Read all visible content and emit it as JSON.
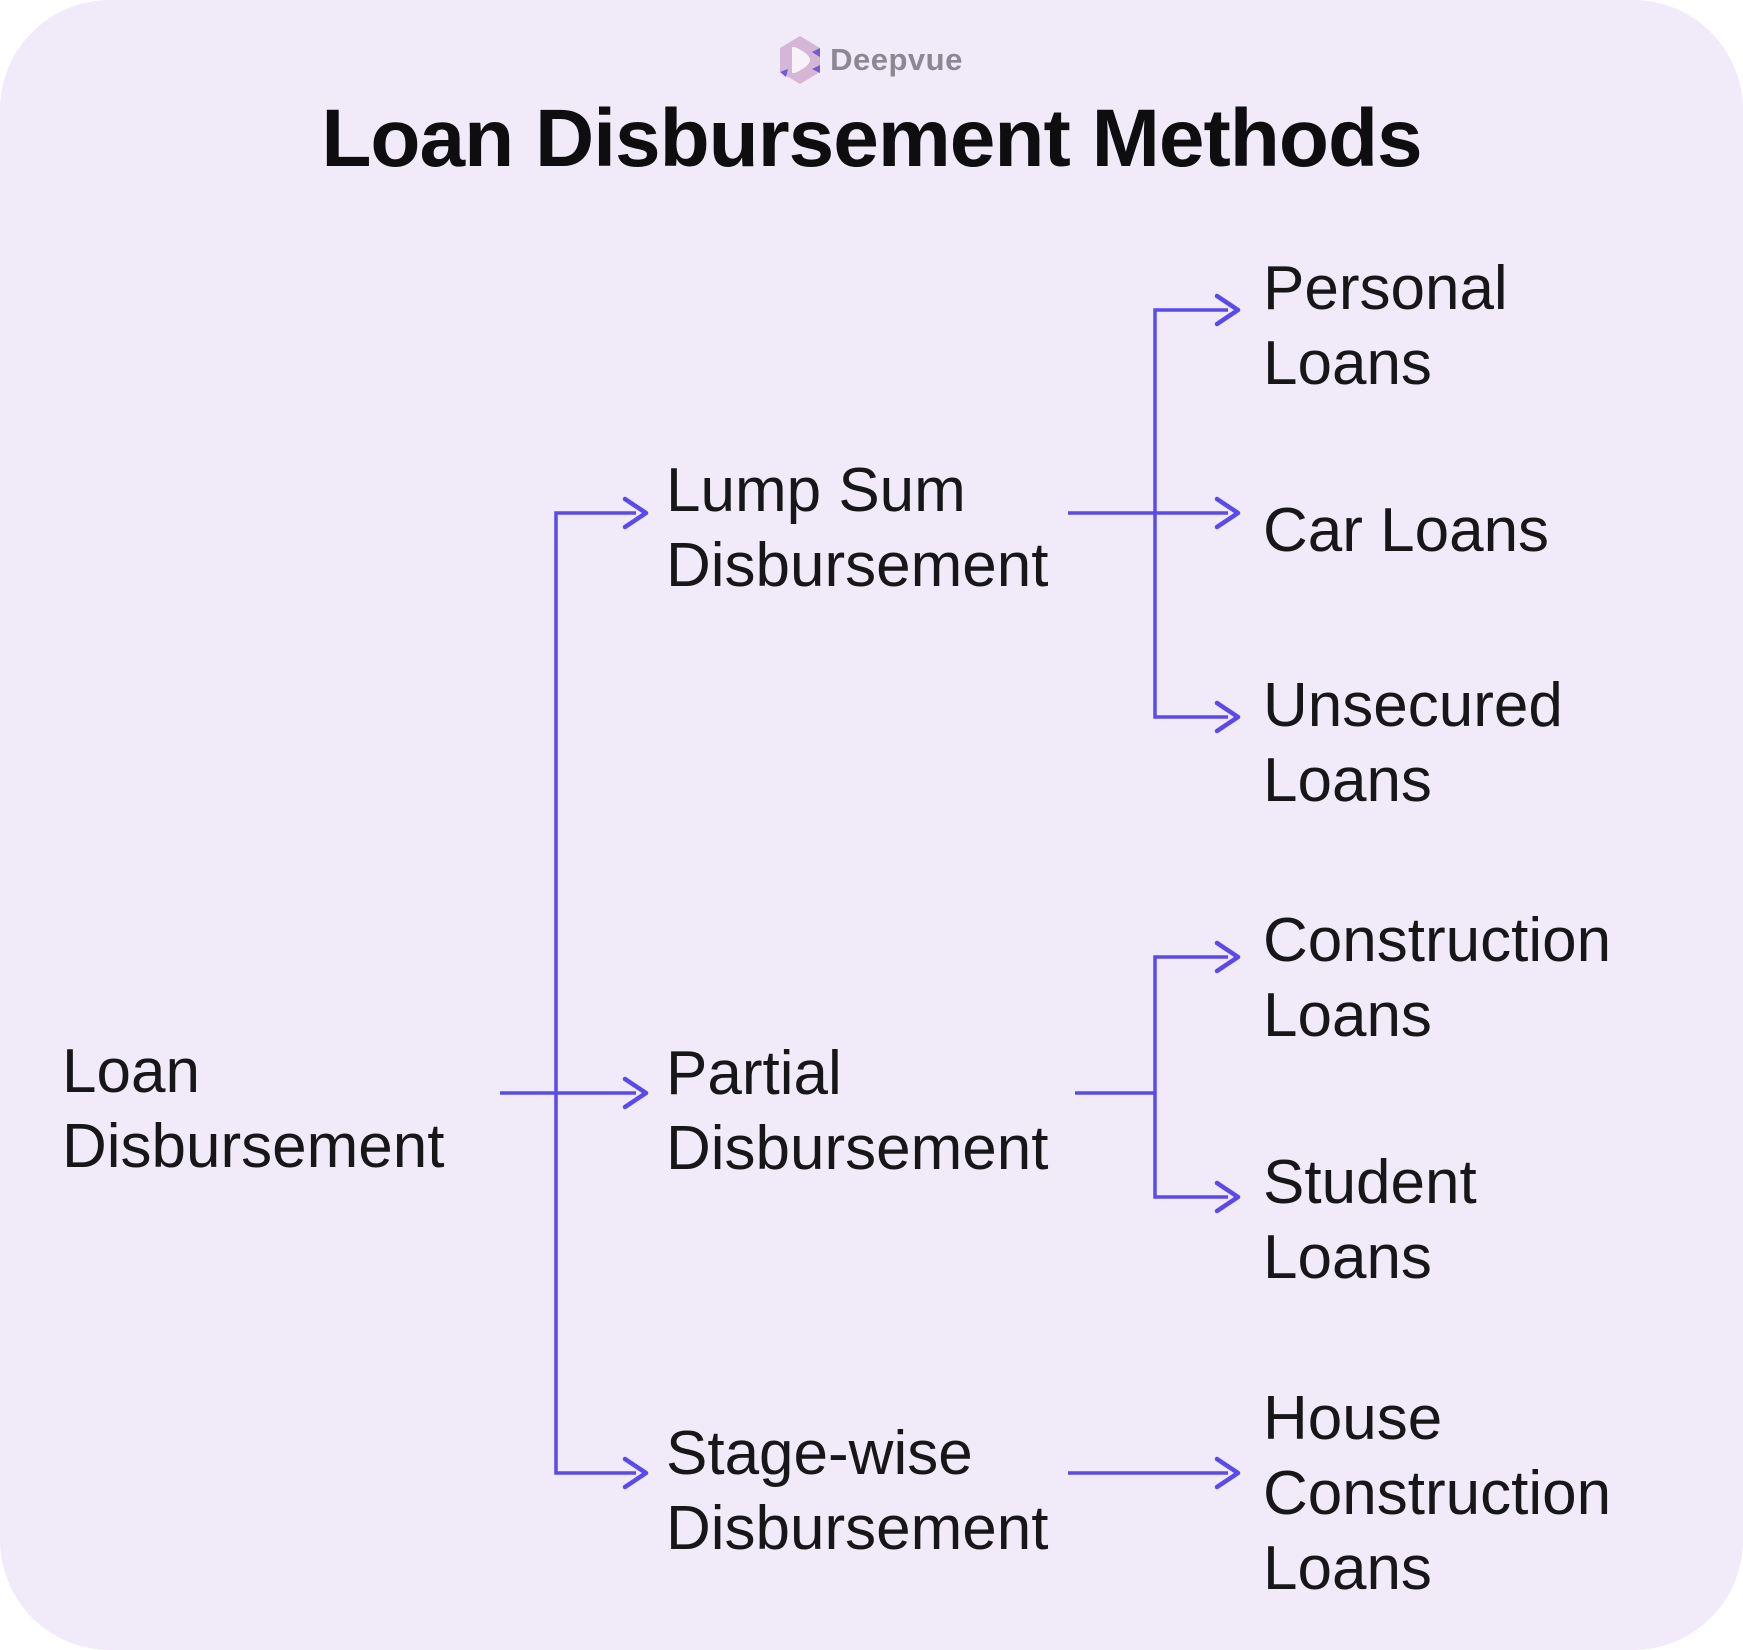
{
  "brand": {
    "name": "Deepvue"
  },
  "title": "Loan Disbursement Methods",
  "tree": {
    "root": {
      "label": "Loan\nDisbursement"
    },
    "branches": [
      {
        "label": "Lump Sum\nDisbursement",
        "children": [
          "Personal\nLoans",
          "Car Loans",
          "Unsecured\nLoans"
        ]
      },
      {
        "label": "Partial\nDisbursement",
        "children": [
          "Construction\nLoans",
          "Student\nLoans"
        ]
      },
      {
        "label": "Stage-wise\nDisbursement",
        "children": [
          "House\nConstruction\nLoans"
        ]
      }
    ]
  },
  "colors": {
    "background": "#F1EAF8",
    "connector": "#5B4AEA",
    "text": "#17171A",
    "title_text": "#0E0E10",
    "brand_text": "#8B8793",
    "logo_pink": "#D5B6D6",
    "logo_indigo": "#6F5BD6"
  }
}
